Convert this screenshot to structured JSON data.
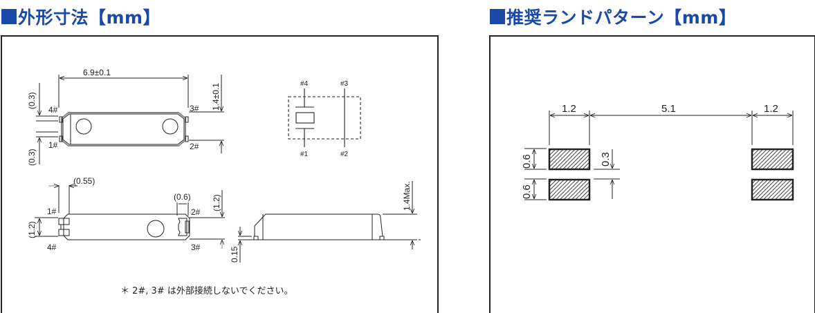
{
  "headings": {
    "outline": "外形寸法【mm】",
    "land_pattern": "推奨ランドパターン【mm】"
  },
  "colors": {
    "heading": "#1a4aa8",
    "line": "#222222",
    "pad_fill": "#555555"
  },
  "outline": {
    "top_view": {
      "length": "6.9±0.1",
      "height": "1.4±0.1",
      "pad_gap_top": "(0.3)",
      "pad_gap_bottom": "(0.3)",
      "pins": {
        "p1": "1#",
        "p2": "2#",
        "p3": "3#",
        "p4": "4#"
      }
    },
    "schematic": {
      "pins": {
        "p1": "#1",
        "p2": "#2",
        "p3": "#3",
        "p4": "#4"
      }
    },
    "bottom_view": {
      "pad_width_left": "(0.55)",
      "pad_width_right": "(0.6)",
      "pad_height_left": "(1.2)",
      "pad_height_right": "(1.2)",
      "pins": {
        "p1": "1#",
        "p2": "2#",
        "p3": "3#",
        "p4": "4#"
      }
    },
    "side_view": {
      "max_height": "1.4Max.",
      "standoff": "0.15"
    },
    "note": "＊ 2#, 3# は外部接続しないでください。"
  },
  "land_pattern": {
    "pad_width_left": "1.2",
    "pad_spacing": "5.1",
    "pad_width_right": "1.2",
    "pad_height_top": "0.6",
    "pad_height_bottom": "0.6",
    "pad_gap": "0.3"
  }
}
